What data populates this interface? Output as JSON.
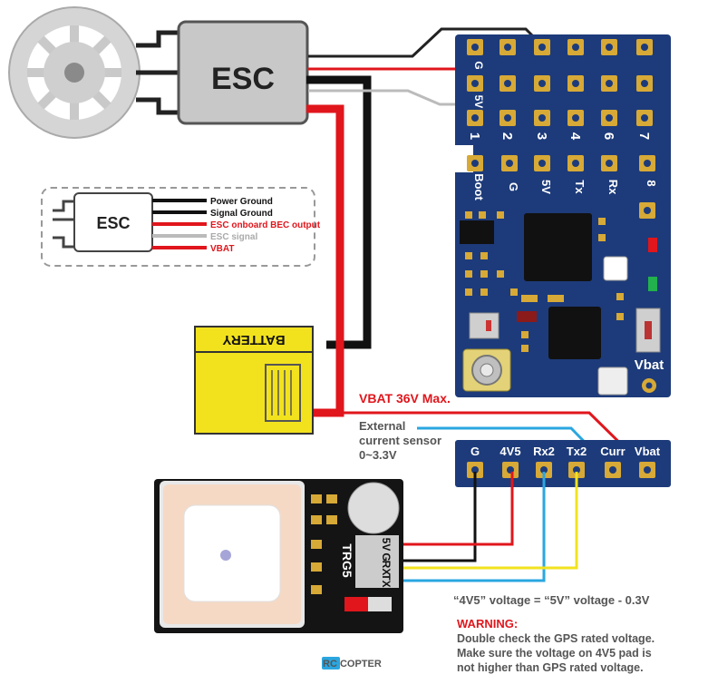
{
  "esc": {
    "label": "ESC"
  },
  "legend": {
    "esc_label": "ESC",
    "items": [
      {
        "label": "Power Ground",
        "color": "#111111"
      },
      {
        "label": "Signal Ground",
        "color": "#111111"
      },
      {
        "label": "ESC onboard BEC output",
        "color": "#e0161c"
      },
      {
        "label": "ESC signal",
        "color": "#bbbbbb"
      },
      {
        "label": "VBAT",
        "color": "#e0161c"
      }
    ]
  },
  "battery": {
    "label": "BATTERY",
    "color": "#f2e21e"
  },
  "fc": {
    "board_color": "#1d3b7a",
    "motor_pads_top": [
      "G",
      "5V",
      "1",
      "2",
      "3",
      "4",
      "6",
      "7"
    ],
    "motor_numbers": [
      "1",
      "2",
      "3",
      "4",
      "6",
      "7"
    ],
    "pads_row": [
      "Boot",
      "G",
      "5V",
      "Tx",
      "Rx"
    ],
    "side_pad": "8",
    "vbat_label": "Vbat"
  },
  "vbat_note": "VBAT  36V Max.",
  "current_note": [
    "External",
    "current sensor",
    "0~3.3V"
  ],
  "bottom_header": [
    "G",
    "4V5",
    "Rx2",
    "Tx2",
    "Curr",
    "Vbat"
  ],
  "gps": {
    "model": "TRG5",
    "pins": [
      "5V",
      "G",
      "RX",
      "TX"
    ]
  },
  "formula": "“4V5” voltage = “5V” voltage - 0.3V",
  "warning": {
    "title": "WARNING:",
    "lines": [
      "Double check the GPS rated voltage.",
      "Make sure the voltage on 4V5 pad is",
      "not higher than GPS rated voltage."
    ]
  },
  "watermark": "RC COPTER",
  "colors": {
    "red": "#e0161c",
    "black": "#111111",
    "gray": "#bbbbbb",
    "blue": "#2aa6e0",
    "yellow": "#f2e21e",
    "gold": "#d7a936"
  }
}
